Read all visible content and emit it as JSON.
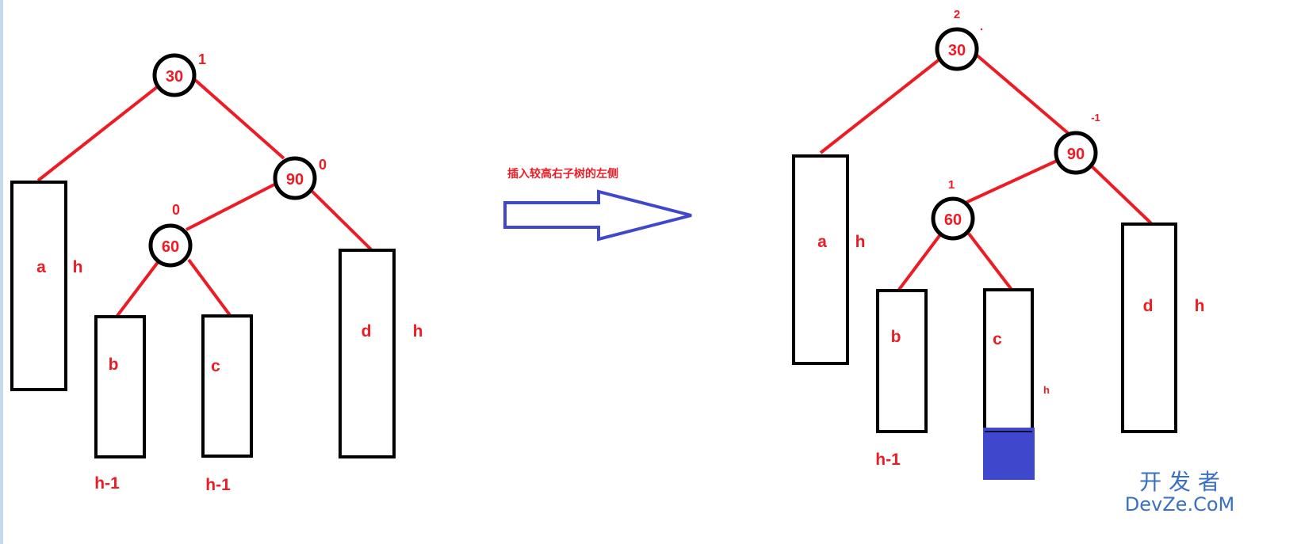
{
  "caption": "插入较高右子树的左侧",
  "colors": {
    "edge": "#ed1c24",
    "arrow": "#3f48cc",
    "inserted": "#3f48cc"
  },
  "before": {
    "nodes": [
      {
        "key": "30",
        "balance": "1"
      },
      {
        "key": "90",
        "balance": "0"
      },
      {
        "key": "60",
        "balance": "0"
      }
    ],
    "subtrees": [
      {
        "name": "a",
        "height": "h"
      },
      {
        "name": "b",
        "height": "h-1"
      },
      {
        "name": "c",
        "height": "h-1"
      },
      {
        "name": "d",
        "height": "h"
      }
    ]
  },
  "after": {
    "nodes": [
      {
        "key": "30",
        "balance": "2"
      },
      {
        "key": "90",
        "balance": "-1"
      },
      {
        "key": "60",
        "balance": "1"
      }
    ],
    "subtrees": [
      {
        "name": "a",
        "height": "h"
      },
      {
        "name": "b",
        "height": "h-1"
      },
      {
        "name": "c",
        "height": "h"
      },
      {
        "name": "d",
        "height": "h"
      }
    ]
  },
  "watermark": {
    "line1": "开 发 者",
    "line2": "DevZe.CoM"
  }
}
